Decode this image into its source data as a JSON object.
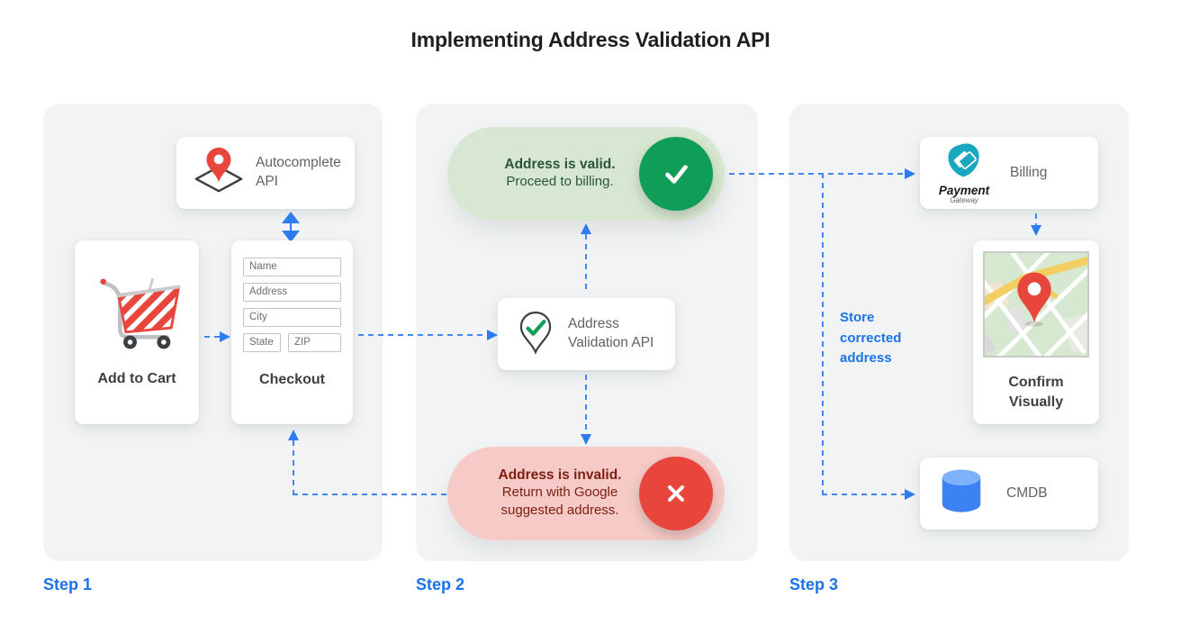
{
  "title": "Implementing Address Validation API",
  "colors": {
    "accent_blue": "#1a73e8",
    "dash_blue": "#4285f4",
    "valid_green": "#0f9d58",
    "valid_pill_bg": "#d7e7d1",
    "valid_text": "#2b5636",
    "invalid_red": "#e8453c",
    "invalid_pill_bg": "#f6cbc7",
    "invalid_text": "#7c1d10",
    "panel_bg": "#f1f3f4",
    "payment_teal": "#18a7bf",
    "cmdb_blue": "#3d82f2"
  },
  "icons": {
    "cart-icon": "red striped shopping cart (svg)",
    "map-pin-diamond-icon": "red pin over diamond map outline (svg)",
    "pin-check-icon": "outlined pin with green checkmark (svg)",
    "check-circle-icon": "white check in green circle (svg)",
    "x-circle-icon": "white x in red circle (svg)",
    "payment-gateway-icon": "teal pick shape with credit cards (svg)",
    "map-thumbnail-icon": "street map with red pin (svg)",
    "database-cylinder-icon": "blue database cylinder (svg)",
    "double-arrow-icon": "blue up/down double arrowhead (svg)"
  },
  "step1": {
    "label": "Step 1",
    "autocomplete_api": "Autocomplete API",
    "add_to_cart": "Add to Cart",
    "checkout": "Checkout",
    "fields": {
      "name": "Name",
      "address": "Address",
      "city": "City",
      "state": "State",
      "zip": "ZIP"
    }
  },
  "step2": {
    "label": "Step 2",
    "valid_title": "Address is valid.",
    "valid_subtitle": "Proceed to billing.",
    "api": "Address Validation API",
    "invalid_title": "Address is invalid.",
    "invalid_subtitle": "Return with Google suggested address."
  },
  "step3": {
    "label": "Step 3",
    "billing": "Billing",
    "payment_brand": "Payment",
    "payment_sub": "Gateway",
    "store_note": "Store corrected address",
    "confirm_visually": "Confirm Visually",
    "cmdb": "CMDB"
  }
}
